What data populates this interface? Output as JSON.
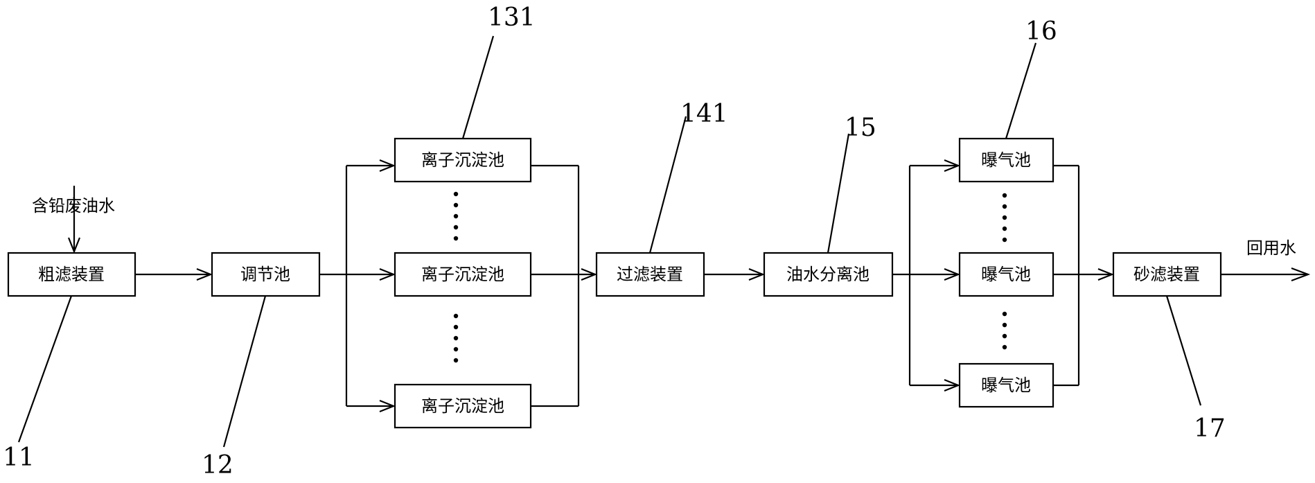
{
  "input_label": "含铅废油水",
  "output_label": "回用水",
  "boxes": {
    "coarse_filter": "粗滤装置",
    "regulating_tank": "调节池",
    "ion_tank_top": "离子沉淀池",
    "ion_tank_mid": "离子沉淀池",
    "ion_tank_bottom": "离子沉淀池",
    "filter_device": "过滤装置",
    "oil_water_separator": "油水分离池",
    "aeration_top": "曝气池",
    "aeration_mid": "曝气池",
    "aeration_bottom": "曝气池",
    "sand_filter": "砂滤装置"
  },
  "refs": {
    "r11": "11",
    "r12": "12",
    "r131": "131",
    "r141": "141",
    "r15": "15",
    "r16": "16",
    "r17": "17"
  }
}
